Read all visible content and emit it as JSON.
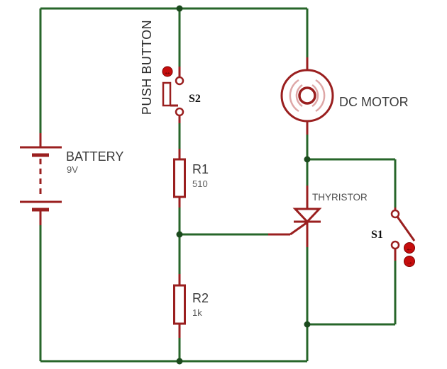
{
  "schematic": {
    "kind": "circuit-schematic",
    "components": {
      "battery": {
        "label": "BATTERY",
        "value": "9V"
      },
      "push_button": {
        "label": "PUSH BUTTON",
        "ref": "S2"
      },
      "r1": {
        "ref": "R1",
        "value": "510"
      },
      "r2": {
        "ref": "R2",
        "value": "1k"
      },
      "thyristor": {
        "label": "THYRISTOR"
      },
      "dc_motor": {
        "label": "DC MOTOR"
      },
      "s1": {
        "ref": "S1"
      }
    },
    "icons": {
      "s2_actuator_glyph": "↔",
      "s1_actuator_up_glyph": "←",
      "s1_actuator_down_glyph": "→"
    },
    "colors": {
      "wire_green": "#27662a",
      "wire_red": "#9a1f1f",
      "junction_dot": "#1b4a1d",
      "actuator_red": "#c60d0d",
      "motor_accent_pink": "#dea7a7",
      "label_name": "#3a3a3a",
      "label_value": "#5d5d5d",
      "ref_text": "#101010",
      "background": "#ffffff"
    }
  }
}
